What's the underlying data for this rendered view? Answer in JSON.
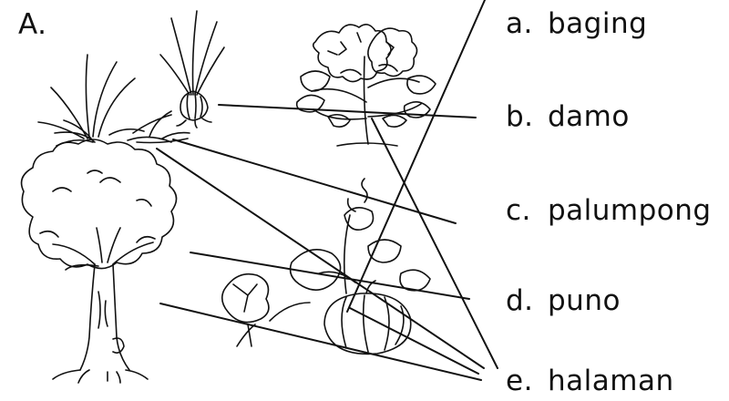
{
  "section_label": "A.",
  "options": [
    {
      "letter": "a.",
      "word": "baging"
    },
    {
      "letter": "b.",
      "word": "damo"
    },
    {
      "letter": "c.",
      "word": "palumpong"
    },
    {
      "letter": "d.",
      "word": "puno"
    },
    {
      "letter": "e.",
      "word": "halaman"
    }
  ],
  "pictures": [
    {
      "depicts": "grass-and-onion-plants"
    },
    {
      "depicts": "flowering-shrub"
    },
    {
      "depicts": "tree"
    },
    {
      "depicts": "pumpkin-vine"
    }
  ]
}
